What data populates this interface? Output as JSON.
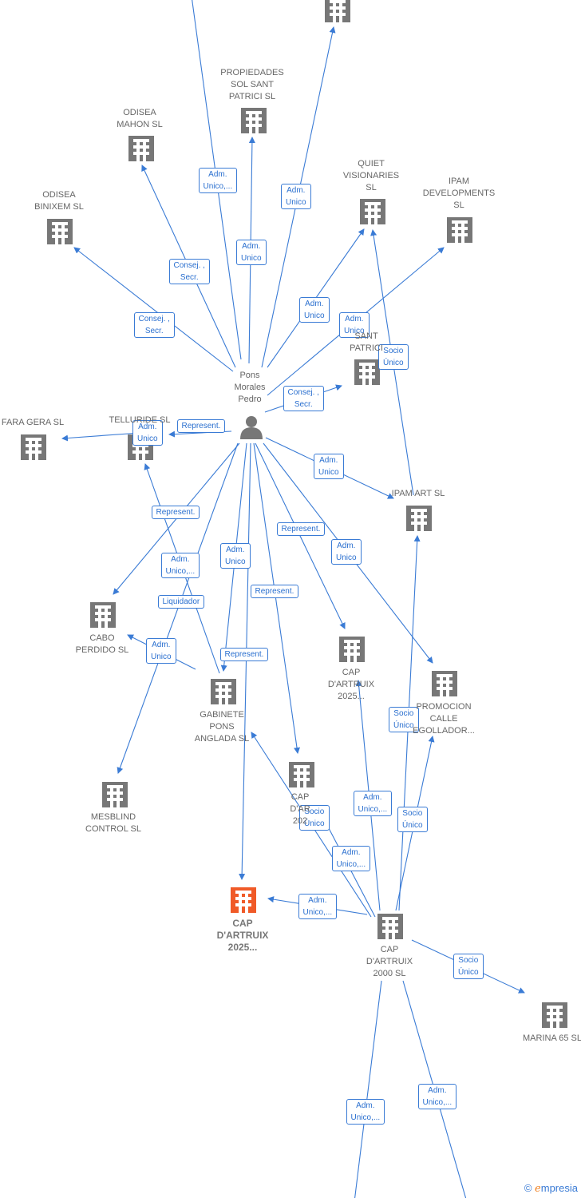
{
  "colors": {
    "edge": "#3a7bd5",
    "building": "#777777",
    "focal_building": "#f05a28",
    "person": "#777777",
    "label": "#666666"
  },
  "person": {
    "name": "Pons\nMorales\nPedro",
    "icon": "person-icon"
  },
  "companies": [
    {
      "id": "top-partial",
      "name": ""
    },
    {
      "id": "propiedades",
      "name": "PROPIEDADES\nSOL SANT\nPATRICI SL"
    },
    {
      "id": "odisea-mahon",
      "name": "ODISEA\nMAHON SL"
    },
    {
      "id": "quiet",
      "name": "QUIET\nVISIONARIES\nSL"
    },
    {
      "id": "ipam-dev",
      "name": "IPAM\nDEVELOPMENTS\nSL"
    },
    {
      "id": "odisea-binixem",
      "name": "ODISEA\nBINIXEM SL"
    },
    {
      "id": "sant-patrici",
      "name": "SANT\nPATRICI"
    },
    {
      "id": "fara-gera",
      "name": "FARA GERA SL"
    },
    {
      "id": "telluride",
      "name": "TELLURIDE SL"
    },
    {
      "id": "ipam-art",
      "name": "IPAM ART SL"
    },
    {
      "id": "cabo",
      "name": "CABO\nPERDIDO SL"
    },
    {
      "id": "cap-mid",
      "name": "CAP\nD'ARTRUIX\n2025..."
    },
    {
      "id": "promocion",
      "name": "PROMOCION\nCALLE\nEGOLLADOR..."
    },
    {
      "id": "gabinete",
      "name": "GABINETE\nPONS\nANGLADA SL"
    },
    {
      "id": "mesblind",
      "name": "MESBLIND\nCONTROL SL"
    },
    {
      "id": "cap-low",
      "name": "CAP\nD'AR\n202"
    },
    {
      "id": "cap-focal",
      "name": "CAP\nD'ARTRUIX\n2025..."
    },
    {
      "id": "cap-2000",
      "name": "CAP\nD'ARTRUIX\n2000 SL"
    },
    {
      "id": "marina",
      "name": "MARINA 65 SL"
    }
  ],
  "relations": [
    {
      "id": "r1",
      "label": "Adm.\nUnico,..."
    },
    {
      "id": "r2",
      "label": "Adm.\nUnico"
    },
    {
      "id": "r3",
      "label": "Adm.\nUnico"
    },
    {
      "id": "r4",
      "label": "Consej. ,\nSecr."
    },
    {
      "id": "r5",
      "label": "Consej. ,\nSecr."
    },
    {
      "id": "r6",
      "label": "Adm.\nUnico"
    },
    {
      "id": "r7",
      "label": "Adm.\nUnico"
    },
    {
      "id": "r8",
      "label": "Socio\nÚnico"
    },
    {
      "id": "r9",
      "label": "Consej. ,\nSecr."
    },
    {
      "id": "r10",
      "label": "Represent."
    },
    {
      "id": "r11",
      "label": "Adm.\nUnico"
    },
    {
      "id": "r12",
      "label": "Adm.\nUnico"
    },
    {
      "id": "r13",
      "label": "Represent."
    },
    {
      "id": "r14",
      "label": "Represent."
    },
    {
      "id": "r15",
      "label": "Adm.\nUnico,..."
    },
    {
      "id": "r16",
      "label": "Adm.\nUnico"
    },
    {
      "id": "r17",
      "label": "Adm.\nUnico"
    },
    {
      "id": "r18",
      "label": "Liquidador"
    },
    {
      "id": "r19",
      "label": "Represent."
    },
    {
      "id": "r20",
      "label": "Adm.\nUnico"
    },
    {
      "id": "r21",
      "label": "Represent."
    },
    {
      "id": "r22",
      "label": "Socio\nÚnico"
    },
    {
      "id": "r23",
      "label": "Adm.\nUnico,..."
    },
    {
      "id": "r24",
      "label": "Socio\nÚnico"
    },
    {
      "id": "r25",
      "label": "Socio\nÚnico"
    },
    {
      "id": "r26",
      "label": "Adm.\nUnico,..."
    },
    {
      "id": "r27",
      "label": "Adm.\nUnico,..."
    },
    {
      "id": "r28",
      "label": "Socio\nÚnico"
    },
    {
      "id": "r29",
      "label": "Adm.\nUnico,..."
    },
    {
      "id": "r30",
      "label": "Adm.\nUnico,..."
    }
  ],
  "footer": {
    "copyright": "©",
    "brand_initial": "e",
    "brand_rest": "mpresia"
  }
}
